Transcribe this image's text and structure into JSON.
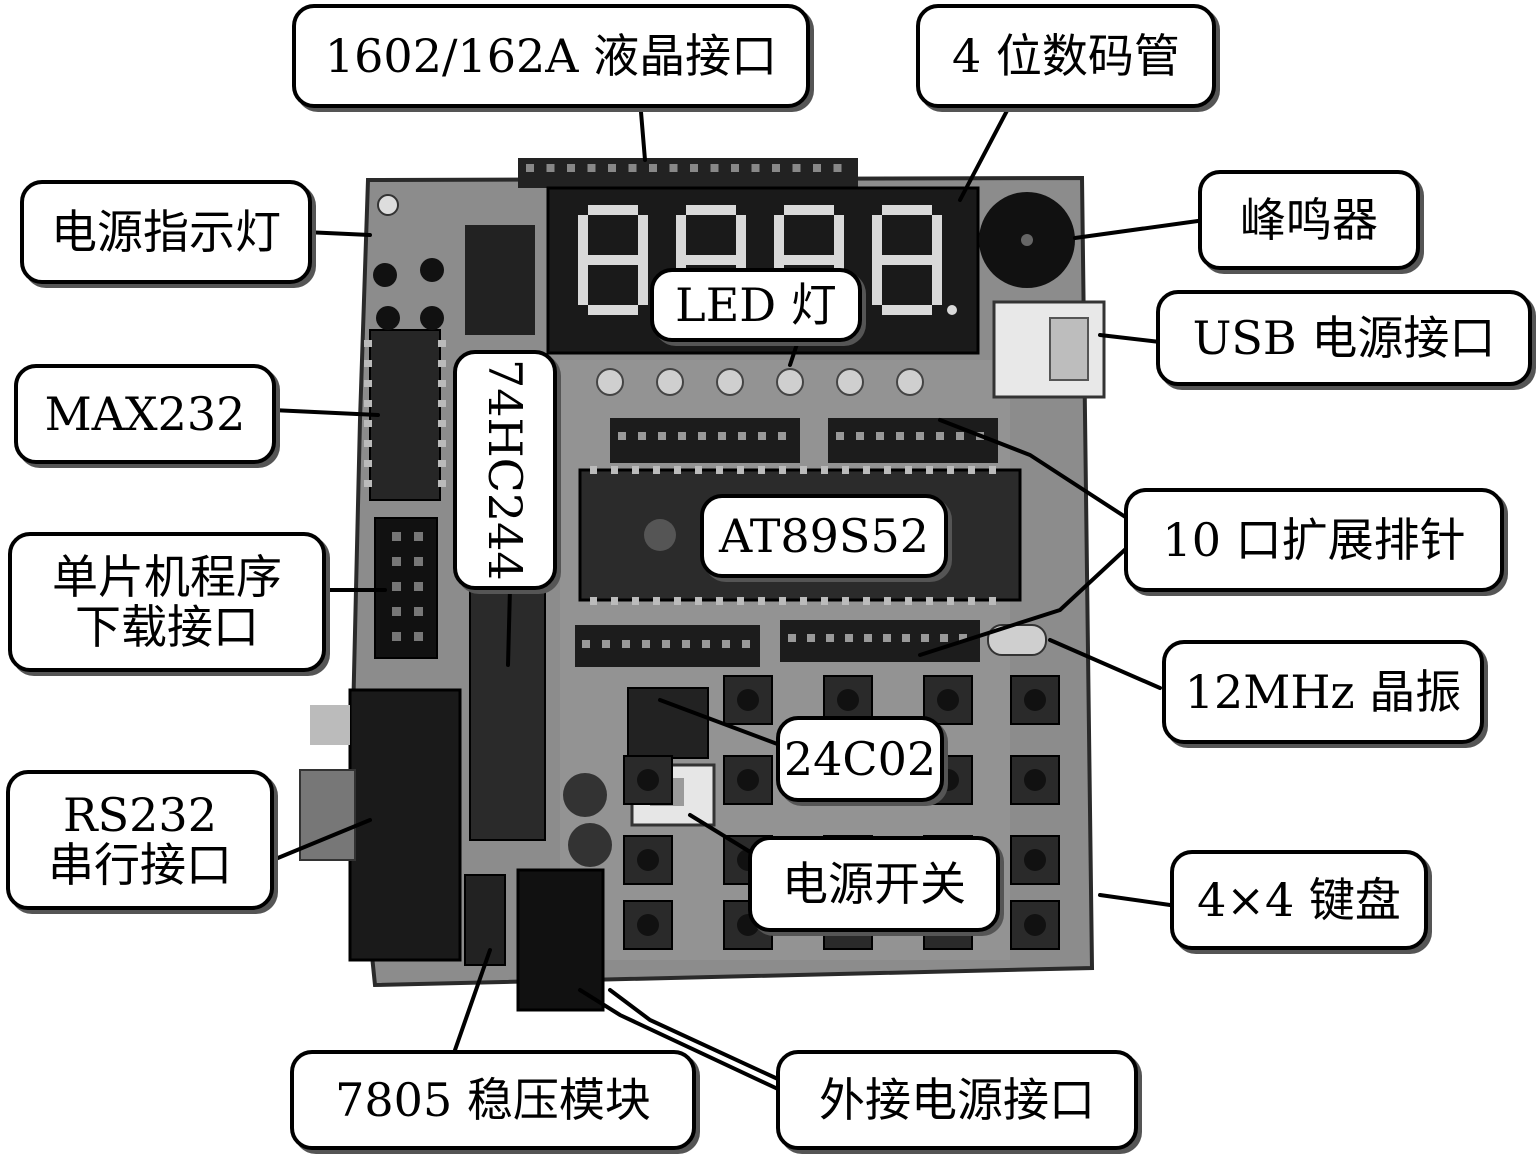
{
  "labels": {
    "lcd_interface": "1602/162A 液晶接口",
    "seven_segment": "4 位数码管",
    "buzzer": "峰鸣器",
    "power_indicator": "电源指示灯",
    "led": "LED 灯",
    "usb_power": "USB 电源接口",
    "max232": "MAX232",
    "hc244": "74HC244",
    "mcu": "AT89S52",
    "expansion_header": "10 口扩展排针",
    "download_port_line1": "单片机程序",
    "download_port_line2": "下载接口",
    "crystal": "12MHz 晶振",
    "eeprom": "24C02",
    "rs232_line1": "RS232",
    "rs232_line2": "串行接口",
    "power_switch": "电源开关",
    "keypad": "4×4 键盘",
    "regulator": "7805 稳压模块",
    "external_power": "外接电源接口"
  },
  "digits": [
    "8",
    "8",
    "8",
    "8"
  ]
}
